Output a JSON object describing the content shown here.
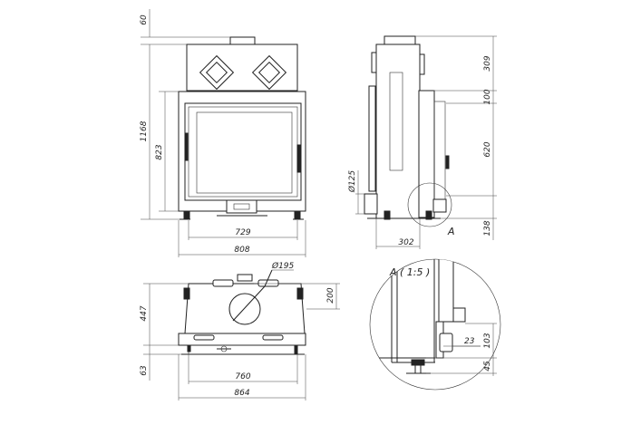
{
  "front_view": {
    "dims": {
      "top_offset": "60",
      "total_height": "1168",
      "body_height": "823",
      "inner_width": "729",
      "outer_width": "808"
    }
  },
  "side_view": {
    "dims": {
      "upper_height": "309",
      "section_100": "100",
      "section_620": "620",
      "bottom_138": "138",
      "flue_diameter": "Ø125",
      "depth": "302"
    },
    "detail_marker": "A"
  },
  "top_view": {
    "dims": {
      "flue_diameter": "Ø195",
      "flue_offset": "200",
      "depth": "447",
      "front_depth": "63",
      "inner_width": "760",
      "outer_width": "864"
    }
  },
  "detail_view": {
    "title": "A ( 1:5 )",
    "dims": {
      "offset": "23",
      "height": "103",
      "foot": "45"
    }
  }
}
